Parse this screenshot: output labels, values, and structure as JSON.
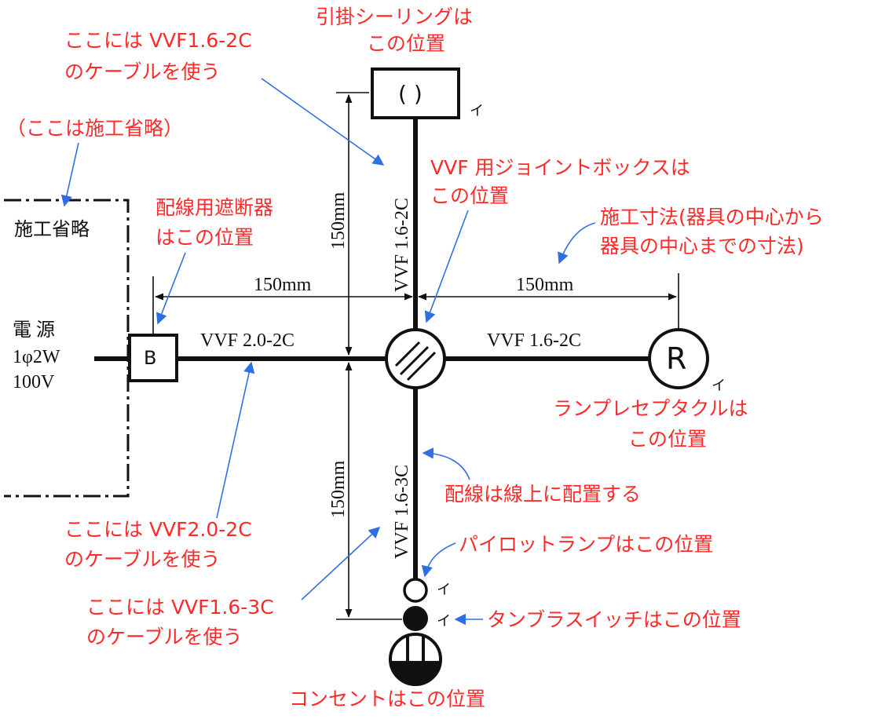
{
  "annotations": {
    "ceiling_title": "引掛シーリングは",
    "ceiling_sub": "この位置",
    "cable_top_1": "ここには VVF1.6-2C",
    "cable_top_2": "のケーブルを使う",
    "omitted_note": "（ここは施工省略）",
    "jbox_1": "VVF 用ジョイントボックスは",
    "jbox_2": "この位置",
    "breaker_1": "配線用遮断器",
    "breaker_2": "はこの位置",
    "dimension_1": "施工寸法(器具の中心から",
    "dimension_2": "器具の中心までの寸法)",
    "lampreceptacle_1": "ランプレセプタクルは",
    "lampreceptacle_2": "この位置",
    "wiring_note": "配線は線上に配置する",
    "cable_left_1": "ここには VVF2.0-2C",
    "cable_left_2": "のケーブルを使う",
    "pilot": "パイロットランプはこの位置",
    "cable_bottom_1": "ここには VVF1.6-3C",
    "cable_bottom_2": "のケーブルを使う",
    "tumbler": "タンブラスイッチはこの位置",
    "outlet": "コンセントはこの位置"
  },
  "diagram": {
    "omitted_box_label": "施工省略",
    "power_label": "電 源",
    "power_phase": "1φ2W",
    "power_voltage": "100V",
    "breaker_symbol": "B",
    "ceiling_symbol": "( )",
    "receptacle_symbol": "R",
    "cable_left": "VVF 2.0-2C",
    "cable_right": "VVF 1.6-2C",
    "cable_top": "VVF 1.6-2C",
    "cable_bottom": "VVF 1.6-3C",
    "dim_left": "150mm",
    "dim_right": "150mm",
    "dim_top": "150mm",
    "dim_bottom": "150mm",
    "mark_i": "イ"
  },
  "colors": {
    "annotation_text": "#ff2a2a",
    "pointer": "#2f6fe4",
    "drawing": "#111111"
  }
}
